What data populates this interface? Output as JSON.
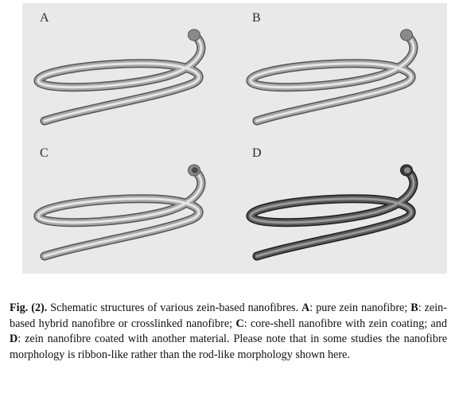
{
  "figure": {
    "panels": [
      {
        "id": "A",
        "label": "A",
        "colors": {
          "outer": "#555555",
          "mid": "#a8a8a8",
          "light": "#e6e6e6",
          "end": "#8a8a8a",
          "end_inner": "#8a8a8a"
        }
      },
      {
        "id": "B",
        "label": "B",
        "colors": {
          "outer": "#555555",
          "mid": "#a8a8a8",
          "light": "#e6e6e6",
          "end": "#8a8a8a",
          "end_inner": "#8a8a8a"
        }
      },
      {
        "id": "C",
        "label": "C",
        "colors": {
          "outer": "#555555",
          "mid": "#a8a8a8",
          "light": "#e6e6e6",
          "end": "#8a8a8a",
          "end_inner": "#4a4a4a"
        }
      },
      {
        "id": "D",
        "label": "D",
        "colors": {
          "outer": "#1e1e1e",
          "mid": "#5a5a5a",
          "light": "#9a9a9a",
          "end": "#3a3a3a",
          "end_inner": "#8a8a8a"
        }
      }
    ]
  },
  "caption": {
    "fig_label": "Fig. (2).",
    "intro": " Schematic structures of various zein-based nanofibres. ",
    "a_key": "A",
    "a_text": ": pure zein nanofibre; ",
    "b_key": "B",
    "b_text": ": zein-based hybrid nanofibre or crosslinked nanofibre; ",
    "c_key": "C",
    "c_text": ": core-shell nanofibre with zein coating; and ",
    "d_key": "D",
    "d_text": ": zein nanofibre coated with another material. Please note that in some studies the nanofibre morphology is ribbon-like rather than the rod-like morphology shown here."
  }
}
